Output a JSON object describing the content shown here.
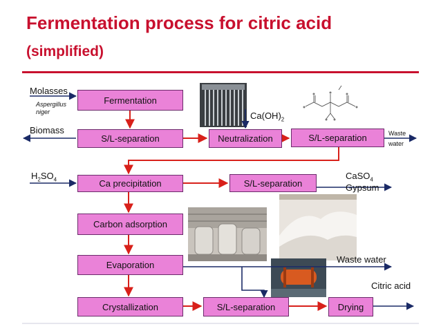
{
  "title": "Fermentation process for citric acid",
  "subtitle": "(simplified)",
  "boxes": {
    "fermentation": "Fermentation",
    "sl_sep_1": "S/L-separation",
    "neutralization": "Neutralization",
    "sl_sep_2": "S/L-separation",
    "ca_precipitation": "Ca precipitation",
    "sl_sep_3": "S/L-separation",
    "carbon_adsorption": "Carbon adsorption",
    "evaporation": "Evaporation",
    "crystallization": "Crystallization",
    "sl_sep_4": "S/L-separation",
    "drying": "Drying"
  },
  "labels": {
    "molasses": "Molasses",
    "aspergillus_1": "Aspergillus",
    "aspergillus_2": "niger",
    "biomass": "Biomass",
    "caoh2_main": "Ca(OH)",
    "caoh2_sub": "2",
    "waste_water_small_1": "Waste",
    "waste_water_small_2": "water",
    "h2so4_h": "H",
    "h2so4_sub1": "2",
    "h2so4_so": "SO",
    "h2so4_sub2": "4",
    "caso4_main": "CaSO",
    "caso4_sub": "4",
    "gypsum": "Gypsum",
    "waste_water": "Waste water",
    "citric_acid": "Citric acid"
  },
  "colors": {
    "title": "#c8102e",
    "box_fill": "#ea82d8",
    "flow_arrow": "#d8201a",
    "side_arrow": "#1a2a66"
  }
}
